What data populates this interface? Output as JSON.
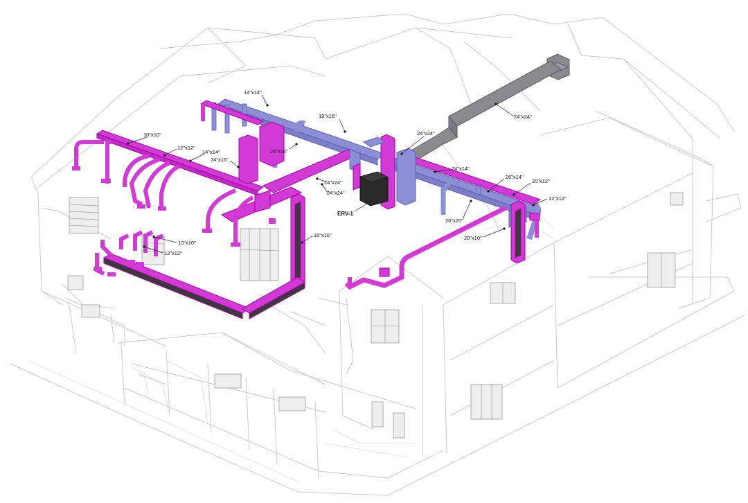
{
  "colors": {
    "supply_duct": "#d23ad6",
    "supply_edge": "#a600ab",
    "return_duct": "#8c8ed6",
    "return_edge": "#5e60b0",
    "exhaust_duct": "#8a8a8e",
    "exhaust_edge": "#5a5a5e",
    "equipment": "#2a2a2a",
    "building_line": "#c9c9c9"
  },
  "icons": {
    "equipment": "erv-unit-block"
  },
  "equipment": {
    "label": "ERV-1"
  },
  "labels": [
    {
      "id": "l1",
      "text": "14\"x14\""
    },
    {
      "id": "l2",
      "text": "10\"x10\""
    },
    {
      "id": "l3",
      "text": "12\"x12\""
    },
    {
      "id": "l4",
      "text": "14\"x14\""
    },
    {
      "id": "l5",
      "text": "24\"x16\""
    },
    {
      "id": "l6",
      "text": "24\"x16\""
    },
    {
      "id": "l7",
      "text": "16\"x16\""
    },
    {
      "id": "l8",
      "text": "24\"x24\""
    },
    {
      "id": "l9",
      "text": "24\"x24\""
    },
    {
      "id": "l10",
      "text": "24\"x24\""
    },
    {
      "id": "l11",
      "text": "24\"x24\""
    },
    {
      "id": "l12",
      "text": "24\"x14\""
    },
    {
      "id": "l13",
      "text": "20\"x14\""
    },
    {
      "id": "l14",
      "text": "20\"x12\""
    },
    {
      "id": "l15",
      "text": "12\"x12\""
    },
    {
      "id": "l16",
      "text": "20\"x20\""
    },
    {
      "id": "l17",
      "text": "20\"x10\""
    },
    {
      "id": "l18",
      "text": "16\"x16\""
    },
    {
      "id": "l19",
      "text": "10\"x10\""
    },
    {
      "id": "l20",
      "text": "12\"x12\""
    }
  ]
}
